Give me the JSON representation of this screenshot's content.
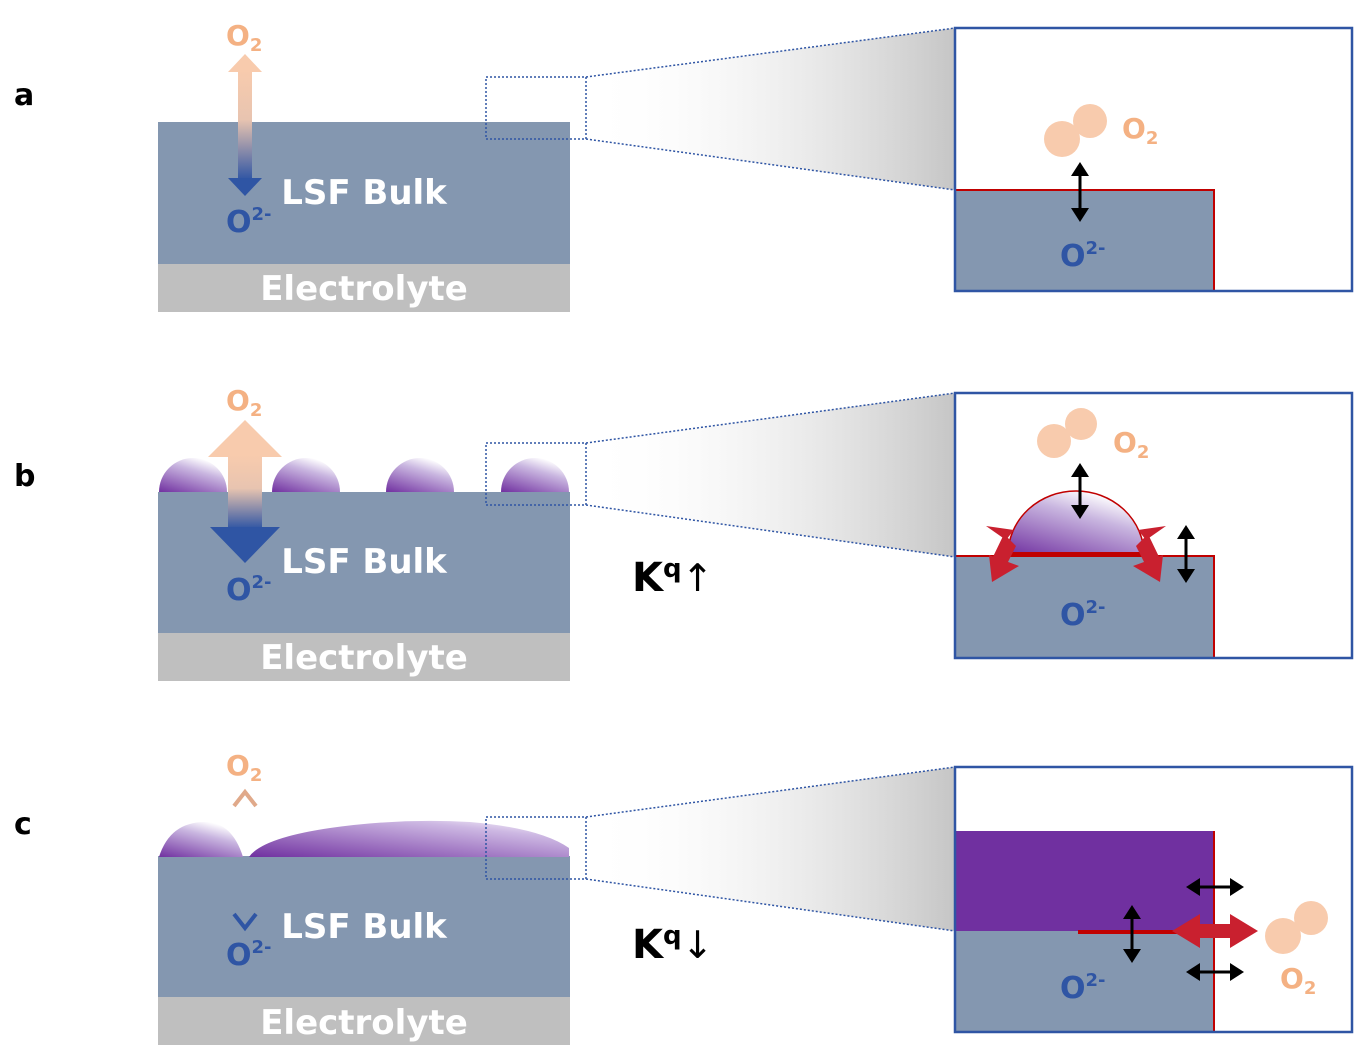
{
  "panels": [
    {
      "letter": "a",
      "bulk": "LSF Bulk",
      "electrolyte": "Electrolyte",
      "o2": "O",
      "o2_sub": "2",
      "o2m": "O",
      "o2m_sup": "2-",
      "zoom_o2": "O",
      "zoom_o2_sub": "2",
      "zoom_o2m": "O",
      "zoom_o2m_sup": "2-"
    },
    {
      "letter": "b",
      "bulk": "LSF Bulk",
      "electrolyte": "Electrolyte",
      "o2": "O",
      "o2_sub": "2",
      "o2m": "O",
      "o2m_sup": "2-",
      "kq": "K",
      "kq_sup": "q",
      "kq_arrow": "↑",
      "zoom_o2": "O",
      "zoom_o2_sub": "2",
      "zoom_o2m": "O",
      "zoom_o2m_sup": "2-"
    },
    {
      "letter": "c",
      "bulk": "LSF Bulk",
      "electrolyte": "Electrolyte",
      "o2": "O",
      "o2_sub": "2",
      "o2m": "O",
      "o2m_sup": "2-",
      "kq": "K",
      "kq_sup": "q",
      "kq_arrow": "↓",
      "zoom_o2": "O",
      "zoom_o2_sub": "2",
      "zoom_o2m": "O",
      "zoom_o2m_sup": "2-"
    }
  ],
  "colors": {
    "bulk": "#8497B0",
    "electrolyte": "#BFBFBF",
    "oxygen": "#F4B183",
    "oxide_ion": "#2F55A4",
    "precipitate": "#7030A0",
    "boundary": "#C00000",
    "red_arrow": "#C9202F",
    "frame": "#2F55A4"
  }
}
